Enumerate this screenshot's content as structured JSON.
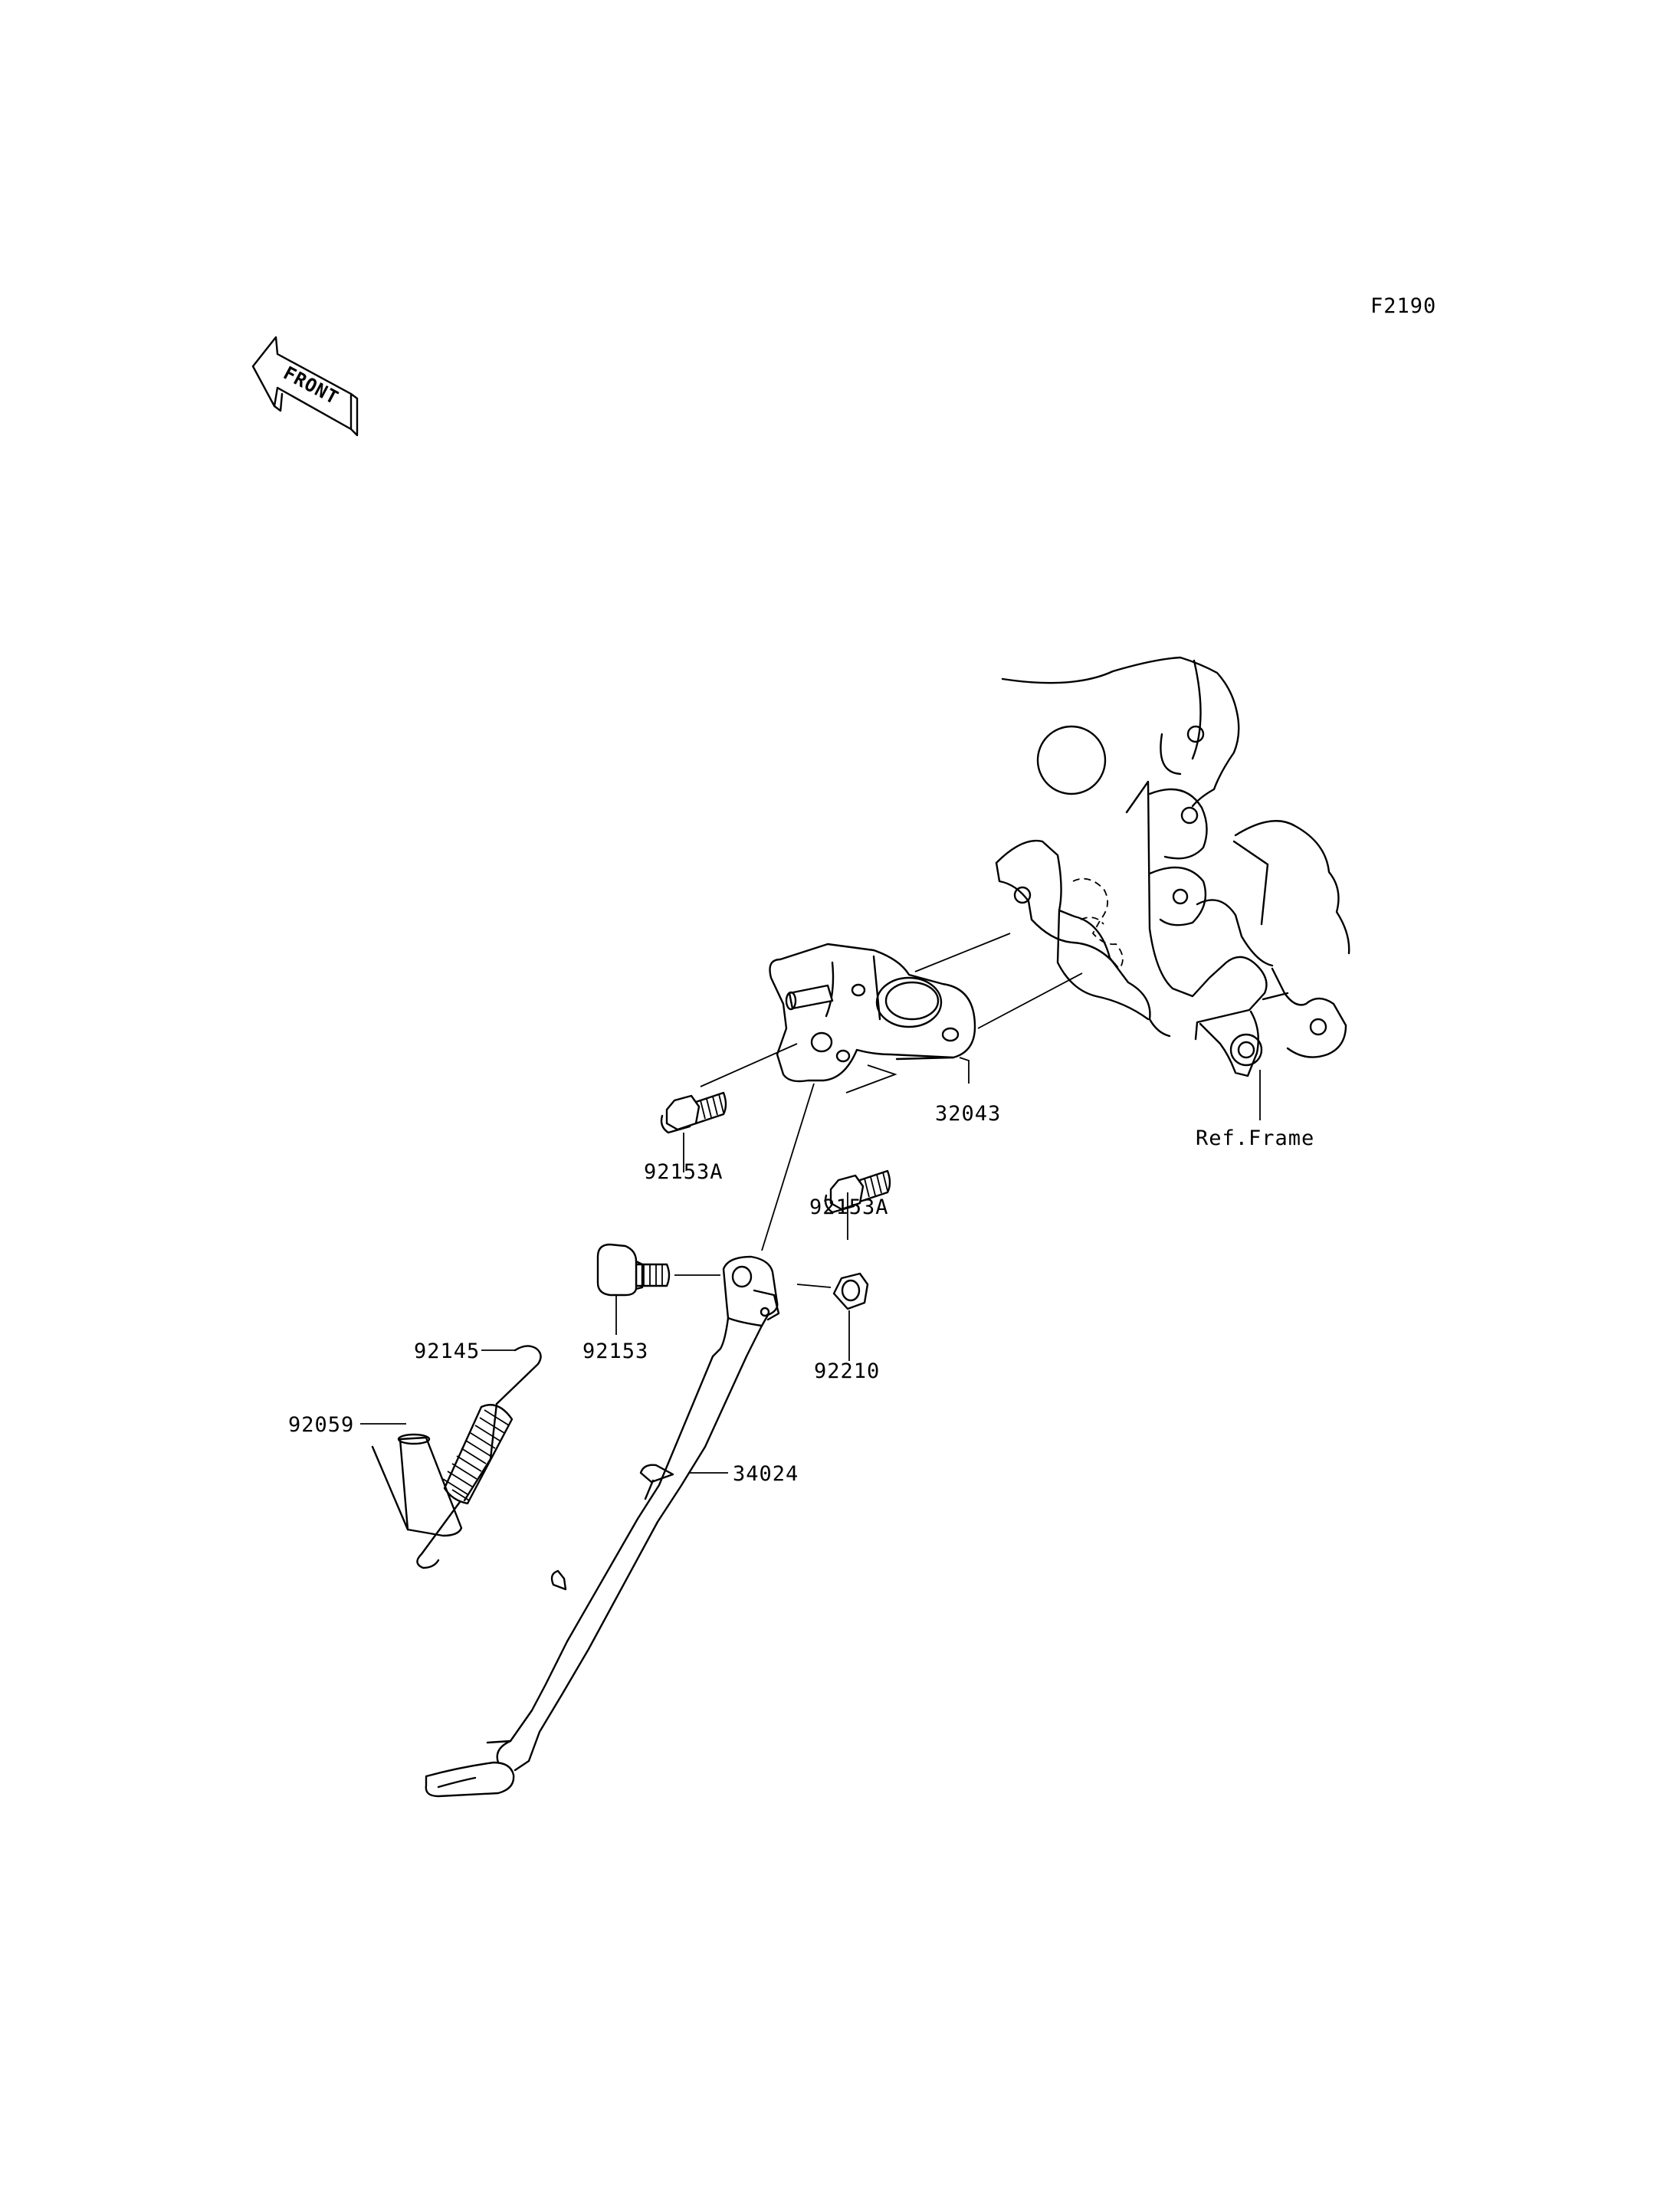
{
  "diagram_code": "F2190",
  "front_arrow": {
    "text": "FRONT",
    "icon": "front-direction-arrow-icon"
  },
  "parts": {
    "p32043": "32043",
    "p92153A_a": "92153A",
    "p92153A_b": "92153A",
    "p92153": "92153",
    "p92210": "92210",
    "p92145": "92145",
    "p92059": "92059",
    "p34024": "34024",
    "ref_frame": "Ref.Frame"
  }
}
